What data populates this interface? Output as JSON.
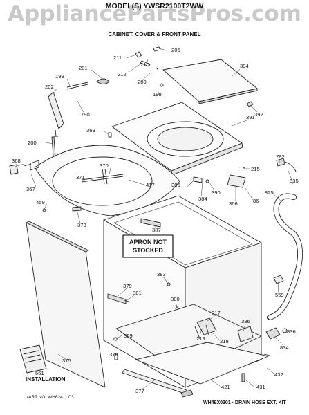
{
  "watermark": "AppliancePartsPros.com",
  "header": {
    "title": "MODEL(S) YWSR2100T2WW",
    "subtitle": "CABINET, COVER & FRONT PANEL"
  },
  "callout_box": {
    "line1": "APRON NOT",
    "line2": "STOCKED"
  },
  "notes": {
    "installation_line1": "561",
    "installation_line2": "INSTALLATION",
    "art_no": "(ART NO. WH6241) C3",
    "kit": "WH49X0301 · DRAIN HOSE EXT. KIT"
  },
  "part_labels": [
    "211",
    "206",
    "210",
    "212",
    "209",
    "198",
    "199",
    "201",
    "202",
    "790",
    "394",
    "392",
    "391",
    "369",
    "200",
    "368",
    "370",
    "371",
    "417",
    "367",
    "459",
    "373",
    "387",
    "385",
    "384",
    "390",
    "366",
    "86",
    "215",
    "782",
    "835",
    "825",
    "383",
    "379",
    "381",
    "380",
    "559",
    "217",
    "386",
    "836",
    "218",
    "219",
    "834",
    "375",
    "369",
    "378",
    "377",
    "421",
    "432",
    "431"
  ]
}
